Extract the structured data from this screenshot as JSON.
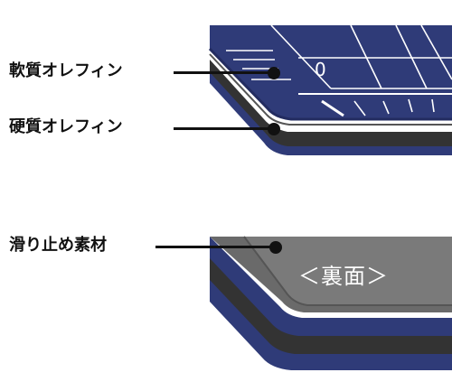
{
  "labels": {
    "soft_olefin": "軟質オレフィン",
    "hard_olefin": "硬質オレフィン",
    "anti_slip": "滑り止め素材"
  },
  "back_label": "＜裏面＞",
  "mat_digit": "0",
  "colors": {
    "navy": "#2f3b78",
    "navy_dark": "#232c60",
    "black_layer": "#333333",
    "gray_layer": "#6a6a6a",
    "back_face": "#7a7a7a",
    "grid": "#ffffff"
  }
}
